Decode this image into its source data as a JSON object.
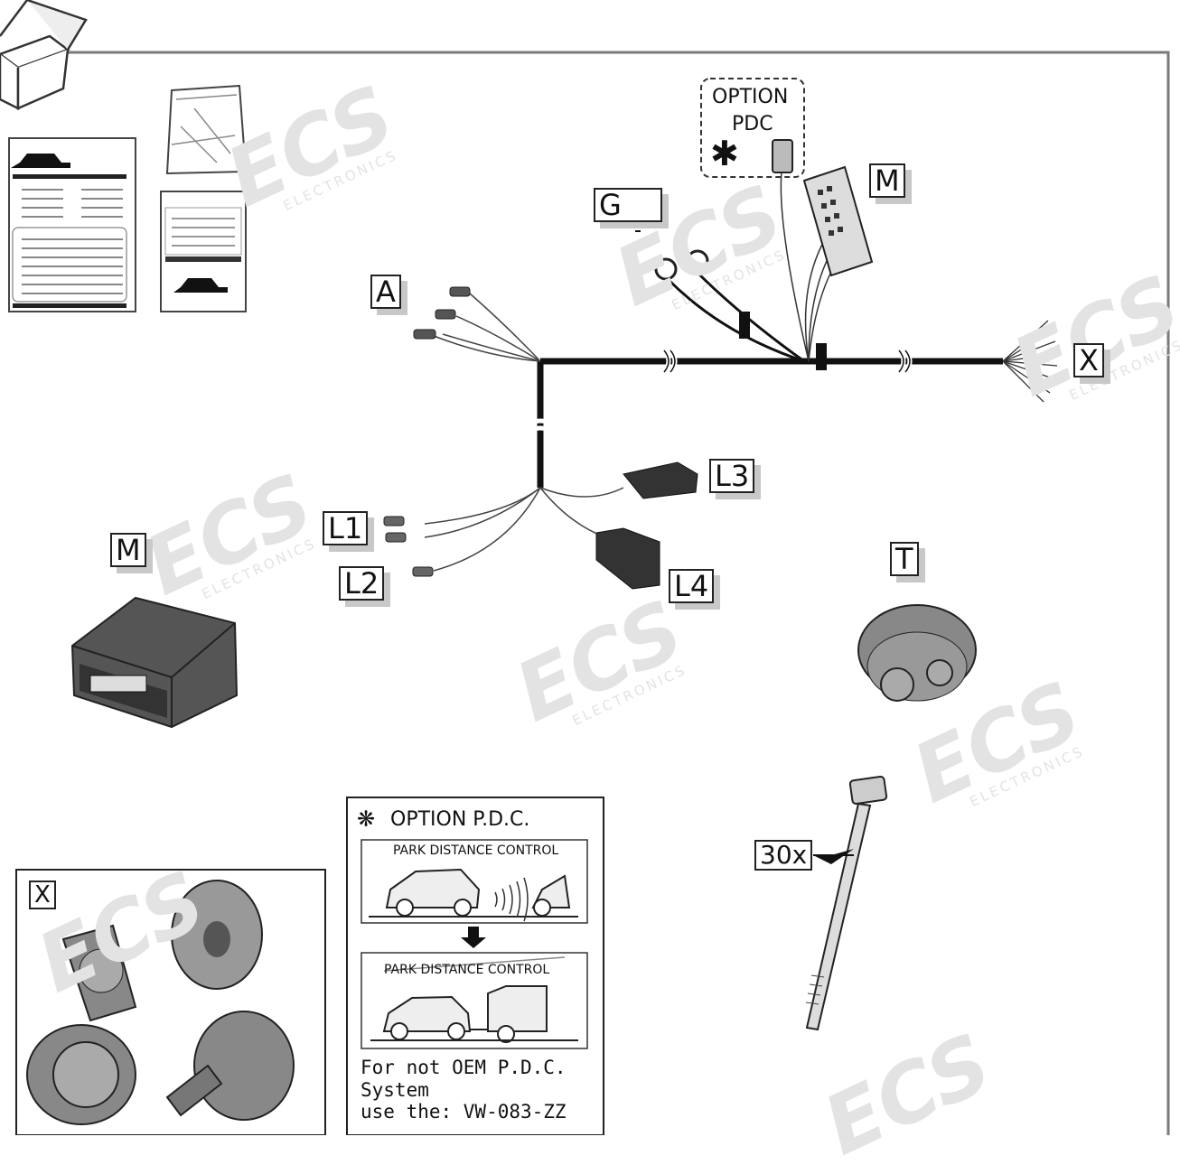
{
  "labels": {
    "A": "A",
    "G": "G",
    "M_top": "M",
    "M_box": "M",
    "X_top": "X",
    "L1": "L1",
    "L2": "L2",
    "L3": "L3",
    "L4": "L4",
    "T": "T",
    "X_box": "X",
    "ties": "30x"
  },
  "option_top": {
    "line1": "OPTION",
    "line2": "PDC",
    "mark": "✱"
  },
  "pdc_panel": {
    "title": "OPTION P.D.C.",
    "title_icon": "snowflake-asterisk-icon",
    "caption1": "PARK DISTANCE CONTROL",
    "caption2": "PARK DISTANCE CONTROL",
    "note_line1": "For not OEM P.D.C.",
    "note_line2": "System",
    "note_line3": "use the: VW-083-ZZ"
  },
  "watermark": {
    "brand": "ECS",
    "sub": "ELECTRONICS"
  },
  "colors": {
    "frame": "#7a7a7a",
    "ink": "#111111",
    "watermark": "#d9d9d9"
  }
}
